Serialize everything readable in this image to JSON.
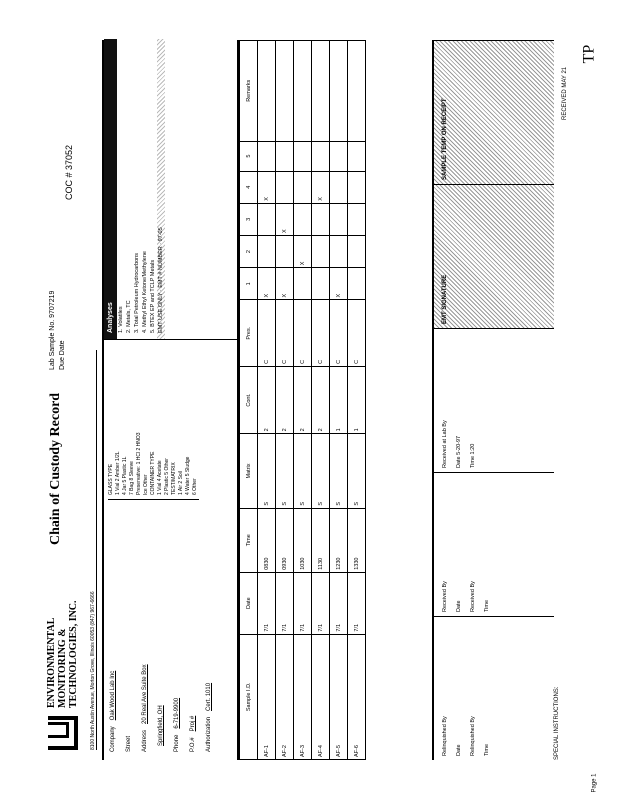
{
  "header": {
    "company_line1": "ENVIRONMENTAL",
    "company_line2": "MONITORING &",
    "company_line3": "TECHNOLOGIES, INC.",
    "title": "Chain of Custody Record",
    "lab_sample_label": "Lab Sample No. 9707219",
    "due_date_label": "Due Date",
    "coc_number": "COC # 37052",
    "address": "8100 North Austin Avenue, Morton Grove, Illinois 60053 (847) 967-6666"
  },
  "fields": [
    {
      "label": "Company",
      "value": "Oak Wood Lab Inc"
    },
    {
      "label": "Street",
      "value": ""
    },
    {
      "label": "Address",
      "value": "20 Real Ave Suite Box"
    },
    {
      "label": "",
      "value": "Springfield, OH"
    },
    {
      "label": "Phone",
      "value": "6-719-9900"
    },
    {
      "label": "P.O.#",
      "value": "Proj #"
    },
    {
      "label": "Authorization",
      "value": "Cert. 1010"
    }
  ],
  "containers": [
    "GLASS TYPE",
    "1 Vial   2 Amber 1/2L",
    "4 Jar   5 Plastic 1L",
    "7 Bag   8 Sleeve",
    "Preservative: 1 HCl  2 HNO3",
    "Ice   Other",
    "CONTAINER TYPE",
    "1 Vial  4 Acetate",
    "2 Plastic  5 Other",
    "TEST/MATRIX",
    "1 Air  2 Soil",
    "4 Water  5 Sludge",
    "6 Other"
  ],
  "analysis": {
    "header": "Analyses",
    "items": [
      "1. Volatiles",
      "2. Metals, TC",
      "3. Total Petroleum Hydrocarbons",
      "4. Methyl Ethyl Ketone/Methylene",
      "5. BTEX EP and TCLP Metals"
    ],
    "note": "EMT USE ONLY",
    "note2": "EMT # NUMBER",
    "note3": "97-05"
  },
  "table": {
    "headers": [
      "Sample I.D.",
      "Date",
      "Time",
      "Matrix",
      "Cont.",
      "Pres.",
      "1",
      "2",
      "3",
      "4",
      "5",
      "Remarks"
    ],
    "rows": [
      [
        "AF-1",
        "7/1",
        "0830",
        "S",
        "2",
        "C",
        "X",
        "",
        "",
        "X",
        "",
        " "
      ],
      [
        "AF-2",
        "7/1",
        "0930",
        "S",
        "2",
        "C",
        "X",
        "",
        "X",
        "",
        "",
        " "
      ],
      [
        "AF-3",
        "7/1",
        "1030",
        "S",
        "2",
        "C",
        "",
        "X",
        "",
        "",
        "",
        " "
      ],
      [
        "AF-4",
        "7/1",
        "1130",
        "S",
        "2",
        "C",
        "",
        "",
        "",
        "X",
        "",
        " "
      ],
      [
        "AF-5",
        "7/1",
        "1230",
        "S",
        "1",
        "C",
        "X",
        "",
        "",
        "",
        "",
        " "
      ],
      [
        "AF-6",
        "7/1",
        "1330",
        "S",
        "1",
        "C",
        "",
        "",
        "",
        "",
        "",
        " "
      ]
    ]
  },
  "signatures": {
    "relinquished": "Relinquished By",
    "received": "Received By",
    "date": "Date",
    "time": "Time",
    "received_lab": "Received at Lab By",
    "lab_note": "EMT SIGNATURE",
    "temp_note": "SAMPLE TEMP ON RECEIPT",
    "date_value": "Date 5-20-97",
    "time_value": "Time 1:20"
  },
  "special": "SPECIAL INSTRUCTIONS:",
  "received_stamp": "RECEIVED MAY 21",
  "corner_mark": "TP",
  "page": "Page 1"
}
